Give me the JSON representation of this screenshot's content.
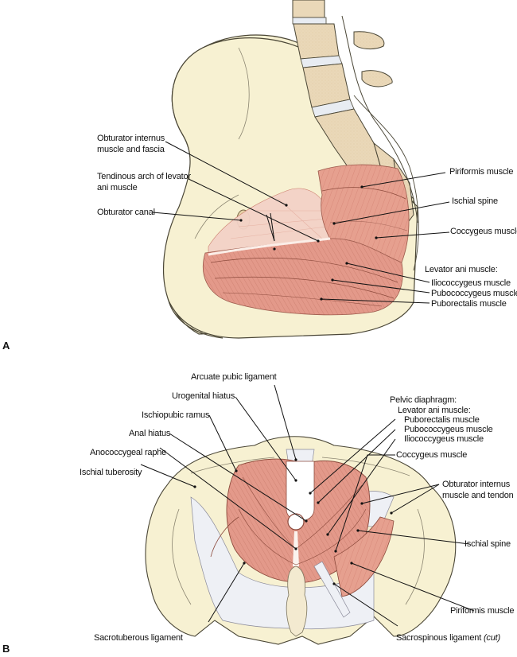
{
  "colors": {
    "bone": "#f7f1d2",
    "bone_outline": "#4a4636",
    "vertebra": "#ead8b8",
    "disc": "#e8ecf2",
    "muscle": "#e6a08f",
    "muscle_dark": "#c97666",
    "muscle_light": "#f3d2c7",
    "ligament": "#eef0f5",
    "leader": "#111111"
  },
  "panels": {
    "a": {
      "letter": "A",
      "labels": {
        "obturator_internus_1": "Obturator internus",
        "obturator_internus_2": "muscle and fascia",
        "tendinous_arch_1": "Tendinous arch of levator",
        "tendinous_arch_2": "ani muscle",
        "obturator_canal": "Obturator canal",
        "piriformis": "Piriformis muscle",
        "ischial_spine": "Ischial spine",
        "coccygeus": "Coccygeus muscle",
        "levator_ani_heading": "Levator ani muscle:",
        "iliococcygeus": "Iliococcygeus muscle",
        "pubococcygeus": "Pubococcygeus muscle",
        "puborectalis": "Puborectalis muscle"
      }
    },
    "b": {
      "letter": "B",
      "labels": {
        "arcuate_pubic_ligament": "Arcuate pubic ligament",
        "urogenital_hiatus": "Urogenital hiatus",
        "ischiopubic_ramus": "Ischiopubic ramus",
        "anal_hiatus": "Anal hiatus",
        "anococcygeal_raphe": "Anococcygeal raphe",
        "ischial_tuberosity": "Ischial tuberosity",
        "pelvic_diaphragm_heading": "Pelvic diaphragm:",
        "levator_ani_heading": "Levator ani muscle:",
        "puborectalis": "Puborectalis muscle",
        "pubococcygeus": "Pubococcygeus muscle",
        "iliococcygeus": "Iliococcygeus muscle",
        "coccygeus": "Coccygeus muscle",
        "obturator_internus_1": "Obturator internus",
        "obturator_internus_2": "muscle and tendon",
        "ischial_spine": "Ischial spine",
        "piriformis": "Piriformis muscle",
        "sacrotuberous_ligament": "Sacrotuberous ligament",
        "sacrospinous_ligament": "Sacrospinous ligament",
        "sacrospinous_note": "(cut)"
      }
    }
  }
}
